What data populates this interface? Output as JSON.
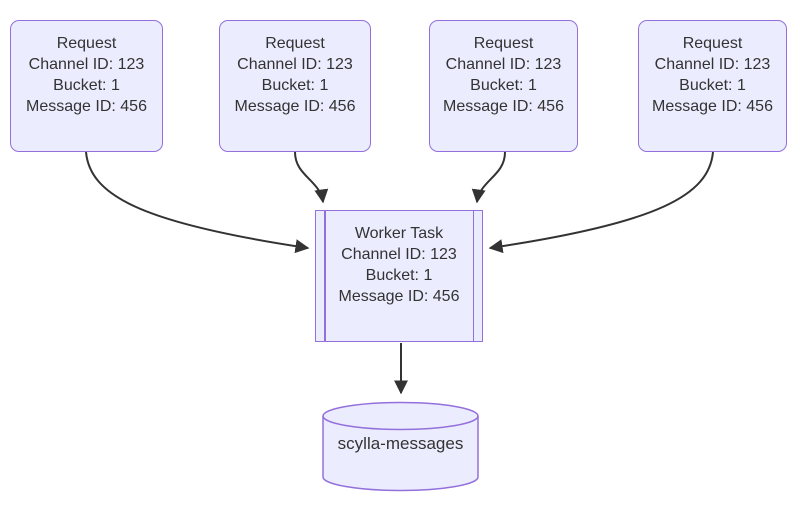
{
  "diagram": {
    "type": "flowchart",
    "colors": {
      "background": "#ffffff",
      "node_fill": "#ececff",
      "node_border": "#9370db",
      "text": "#333333",
      "edge": "#333333"
    },
    "requests": [
      {
        "title": "Request",
        "lines": [
          "Channel ID: 123",
          "Bucket: 1",
          "Message ID: 456"
        ]
      },
      {
        "title": "Request",
        "lines": [
          "Channel ID: 123",
          "Bucket: 1",
          "Message ID: 456"
        ]
      },
      {
        "title": "Request",
        "lines": [
          "Channel ID: 123",
          "Bucket: 1",
          "Message ID: 456"
        ]
      },
      {
        "title": "Request",
        "lines": [
          "Channel ID: 123",
          "Bucket: 1",
          "Message ID: 456"
        ]
      }
    ],
    "worker": {
      "title": "Worker Task",
      "lines": [
        "Channel ID: 123",
        "Bucket: 1",
        "Message ID: 456"
      ]
    },
    "database": {
      "label": "scylla-messages"
    },
    "edges": [
      {
        "from": "request-1",
        "to": "worker-task"
      },
      {
        "from": "request-2",
        "to": "worker-task"
      },
      {
        "from": "request-3",
        "to": "worker-task"
      },
      {
        "from": "request-4",
        "to": "worker-task"
      },
      {
        "from": "worker-task",
        "to": "scylla-messages"
      }
    ]
  }
}
